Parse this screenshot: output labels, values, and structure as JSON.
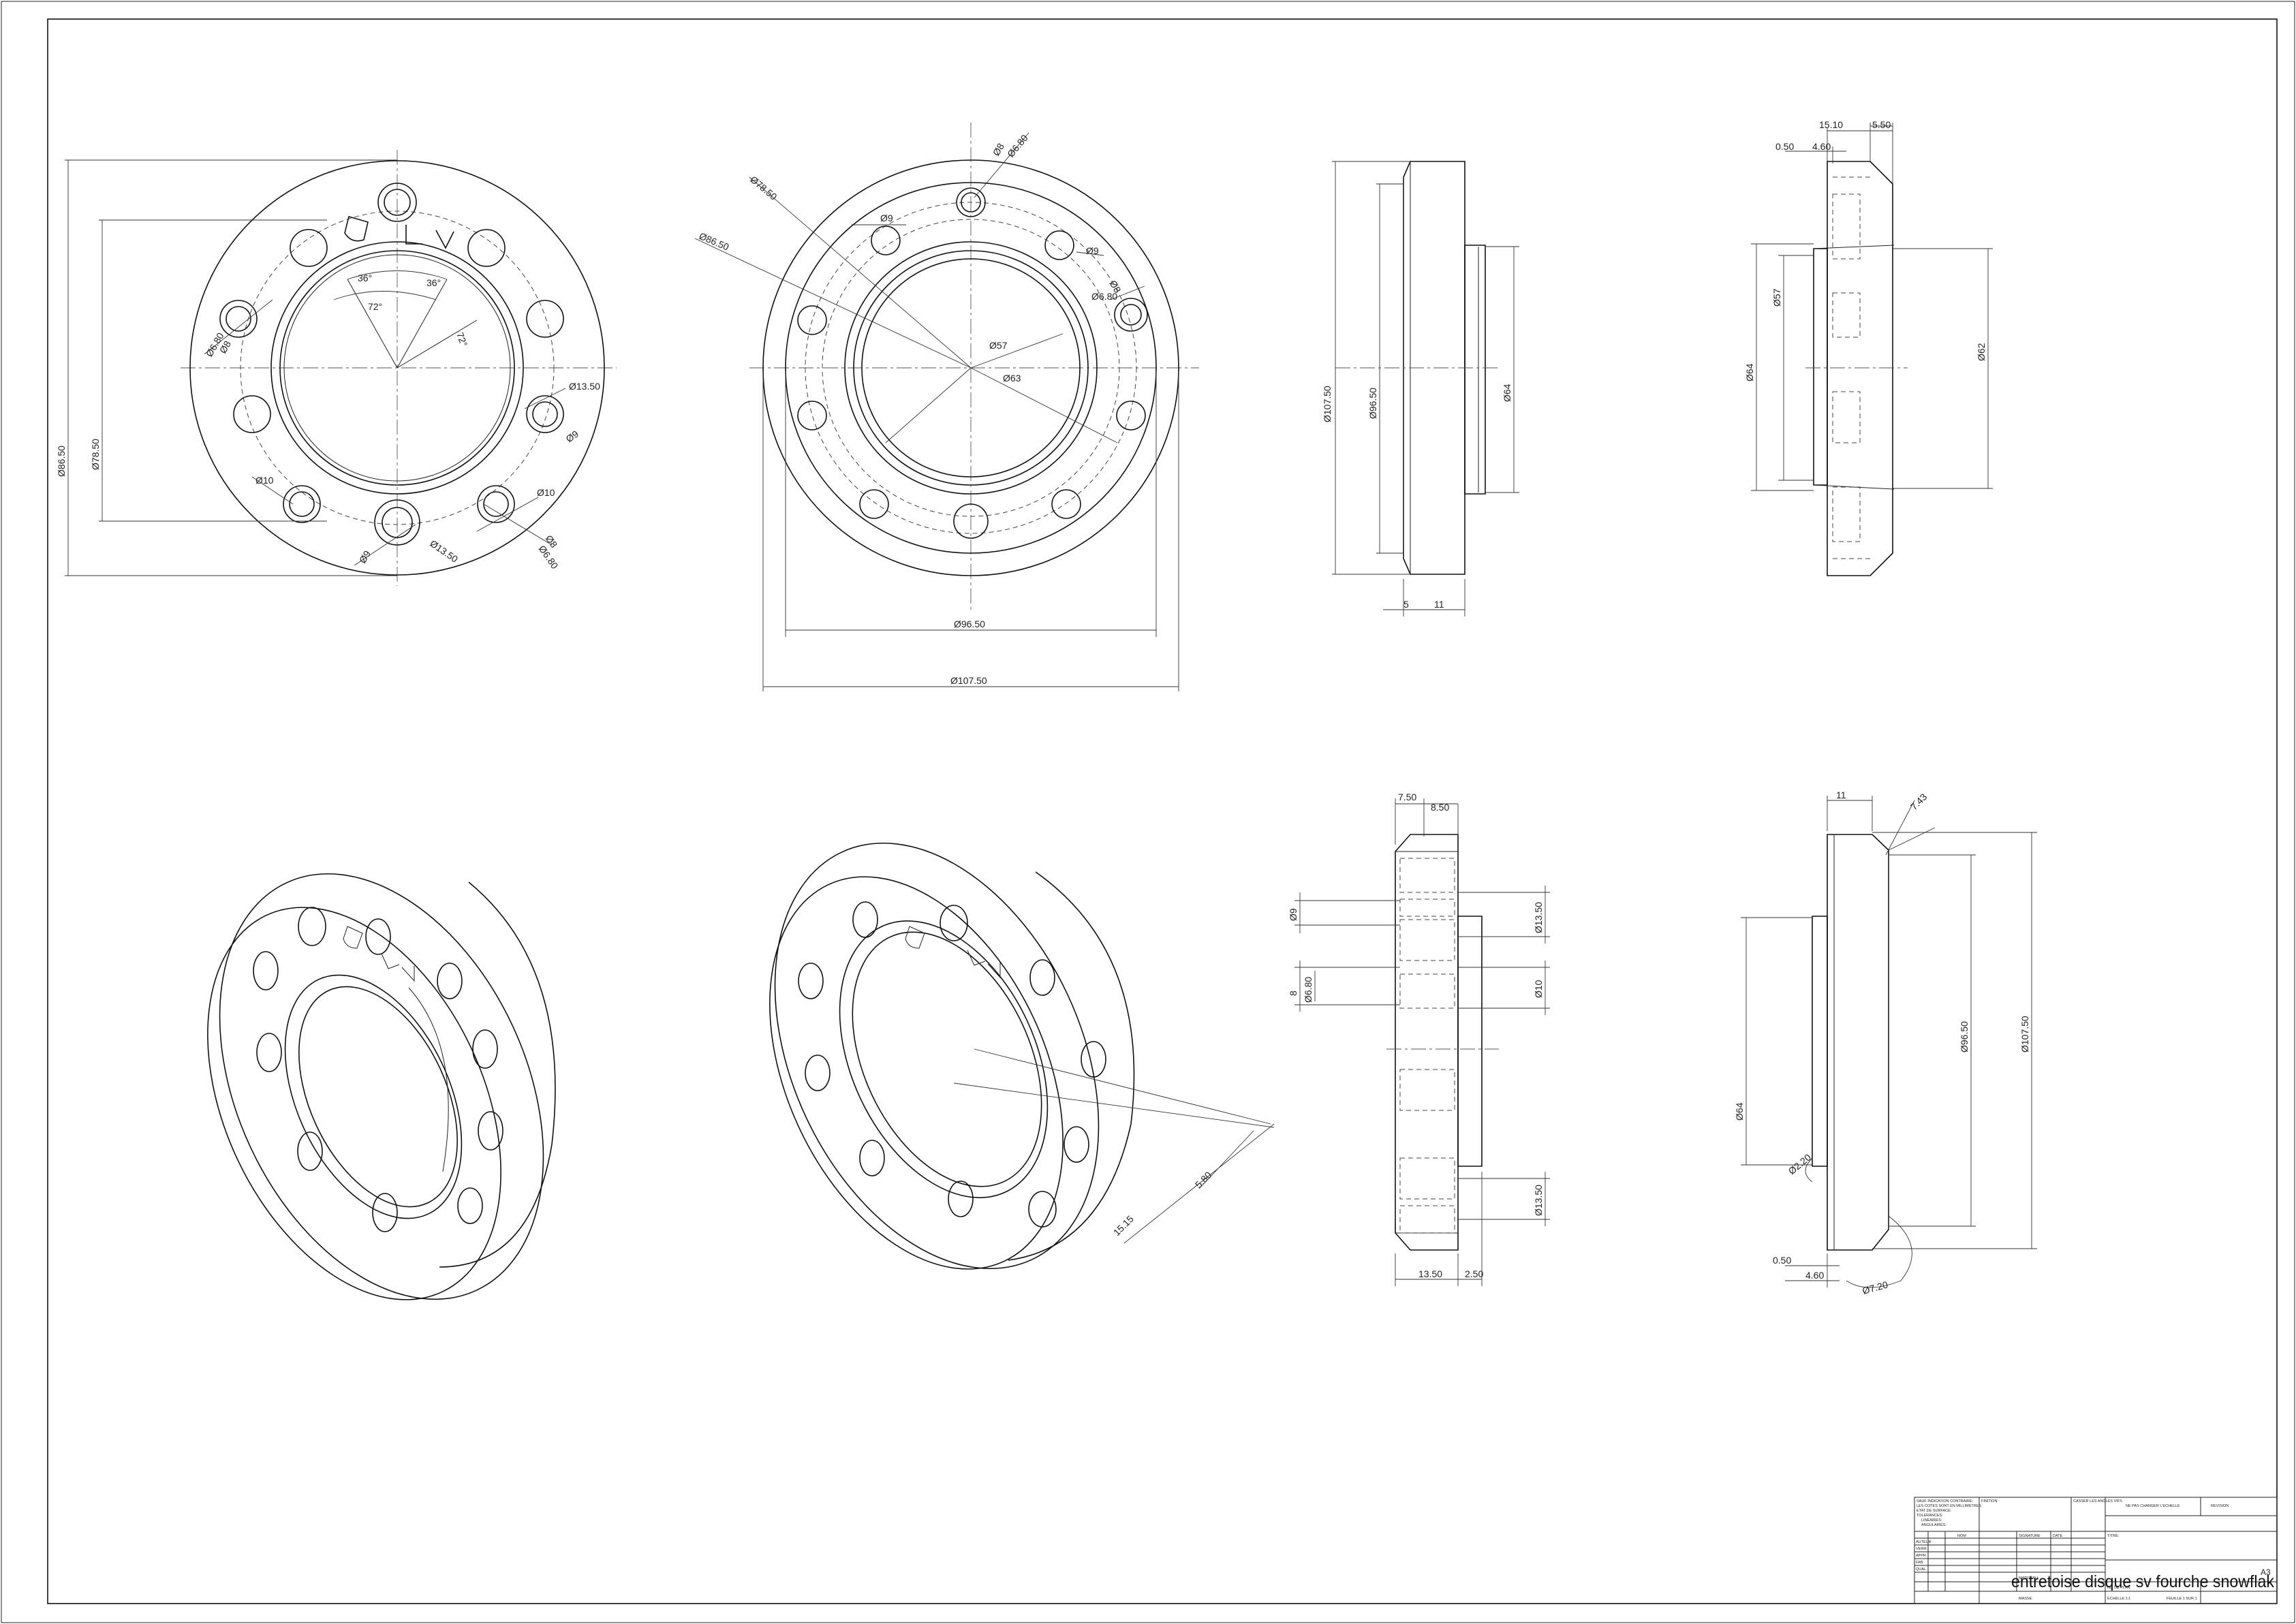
{
  "title_block": {
    "part_title": "entretoise disque sv fourche snowflak",
    "notes": [
      "SAUF INDICATION CONTRAIRE:",
      "LES COTES SONT EN MILLIMETRES",
      "ETAT DE SURFACE:",
      "TOLERANCES:",
      "LINEAIRES:",
      "ANGULAIRES:"
    ],
    "finish_label": "FINITION:",
    "edges_label": "CASSER LES ANGLES VIFS",
    "no_scale_label": "NE PAS CHANGER L'ECHELLE",
    "revision_label": "REVISION",
    "header_cols": [
      "NOM",
      "SIGNATURE",
      "DATE"
    ],
    "roles": [
      "AUTEUR",
      "VERIF.",
      "APPR.",
      "FAB.",
      "QUAL."
    ],
    "title_label": "TITRE:",
    "material_label": "MATERIAU:",
    "mass_label": "MASSE:",
    "drawing_no_label": "No. DE PLAN",
    "scale_label": "ECHELLE:1:1",
    "sheet_label": "FEUILLE 1 SUR 1",
    "format_label": "A3"
  },
  "views": {
    "front_a": {
      "dims": [
        "Ø86.50",
        "Ø78.50",
        "36°",
        "36°",
        "72°",
        "72°",
        "Ø6.80",
        "Ø8",
        "Ø13.50",
        "Ø9",
        "Ø10",
        "Ø10",
        "Ø8",
        "Ø6.80",
        "Ø13.50",
        "Ø9"
      ]
    },
    "front_b": {
      "dims": [
        "Ø78.50",
        "Ø86.50",
        "Ø8",
        "Ø6.80",
        "Ø9",
        "Ø9",
        "Ø8",
        "Ø6.80",
        "Ø57",
        "Ø63",
        "Ø96.50",
        "Ø107.50"
      ]
    },
    "side_a": {
      "dims": [
        "Ø107.50",
        "Ø96.50",
        "Ø64",
        "5",
        "11"
      ]
    },
    "section_a": {
      "dims": [
        "15.10",
        "5.50",
        "0.50",
        "4.60",
        "Ø57",
        "Ø64",
        "Ø62"
      ]
    },
    "section_b": {
      "dims": [
        "7.50",
        "8.50",
        "Ø9",
        "Ø13.50",
        "8",
        "Ø6.80",
        "Ø10",
        "Ø13.50",
        "13.50",
        "2.50"
      ]
    },
    "side_b": {
      "dims": [
        "11",
        "7.43",
        "Ø64",
        "Ø96.50",
        "Ø107.50",
        "0.50",
        "4.60",
        "Ø2.20",
        "Ø7.20"
      ]
    },
    "iso_b": {
      "dims": [
        "5.80",
        "15.15"
      ]
    }
  }
}
